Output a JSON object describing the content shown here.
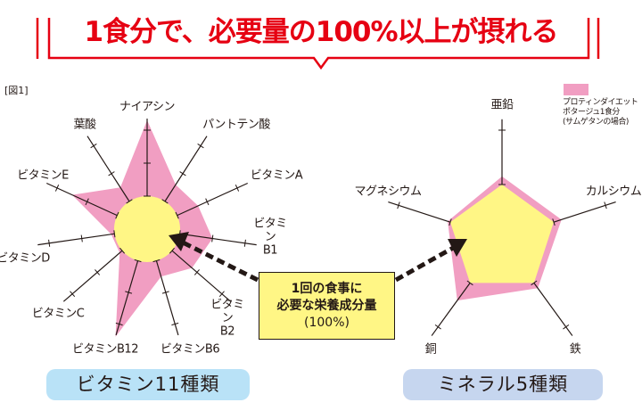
{
  "header": {
    "title": "1食分で、必要量の100%以上が摂れる"
  },
  "figure_label": "[図1]",
  "legend": {
    "swatch_color": "#f19ec2",
    "lines": [
      "プロティンダイエット",
      "ポタージュ1食分",
      "(サムゲタンの場合)"
    ]
  },
  "callout": {
    "lines": [
      "1回の食事に",
      "必要な栄養成分量",
      "(100%)"
    ],
    "color": "#fff685"
  },
  "categories": {
    "vitamin": "ビタミン11種類",
    "mineral": "ミネラル5種類"
  },
  "chart_data": [
    {
      "type": "radar",
      "title": "ビタミン11種類",
      "unit": "ratio to required amount (1 = 100%)",
      "axes": [
        "ナイアシン",
        "パントテン酸",
        "ビタミンA",
        "ビタミンB1",
        "ビタミンB2",
        "ビタミンB6",
        "ビタミンB12",
        "ビタミンC",
        "ビタミンD",
        "ビタミンE",
        "葉酸"
      ],
      "axis_range": [
        0,
        3.35
      ],
      "ticks": [
        1,
        2,
        3
      ],
      "series": [
        {
          "name": "プロティンダイエット ポタージュ1食分(サムゲタンの場合)",
          "color": "#f19ec2",
          "values": [
            3.3,
            1.6,
            1.7,
            2.0,
            1.8,
            1.5,
            3.4,
            1.1,
            1.1,
            2.5,
            1.5
          ]
        },
        {
          "name": "1回の食事に必要な栄養成分量(100%)",
          "color": "#fff685",
          "values": [
            1,
            1,
            1,
            1,
            1,
            1,
            1,
            1,
            1,
            1,
            1
          ]
        }
      ]
    },
    {
      "type": "radar",
      "title": "ミネラル5種類",
      "unit": "ratio to required amount (1 = 100%)",
      "axes": [
        "亜鉛",
        "カルシウム",
        "鉄",
        "銅",
        "マグネシウム"
      ],
      "axis_range": [
        0,
        2.2
      ],
      "ticks": [
        1,
        2
      ],
      "series": [
        {
          "name": "プロティンダイエット ポタージュ1食分(サムゲタンの場合)",
          "color": "#f19ec2",
          "values": [
            1.15,
            1.15,
            1.12,
            1.4,
            1.05
          ]
        },
        {
          "name": "1回の食事に必要な栄養成分量(100%)",
          "color": "#fff685",
          "values": [
            1,
            1,
            1,
            1,
            1
          ]
        }
      ]
    }
  ]
}
